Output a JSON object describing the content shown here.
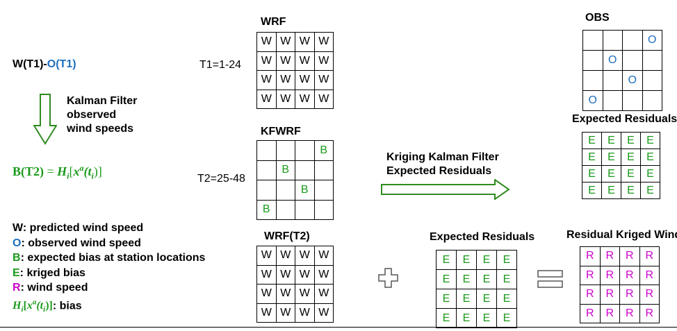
{
  "left": {
    "diff_label_black": "W(T1)-",
    "diff_label_blue": "O(T1)",
    "kalman_label": [
      "Kalman Filter",
      "observed",
      "wind speeds"
    ],
    "formula_lhs": "B(T2)",
    "formula_eq": " = ",
    "formula_rhs_H": "H",
    "formula_rhs_i": "i",
    "formula_rhs_open": "[",
    "formula_rhs_x": "x",
    "formula_rhs_a": "a",
    "formula_rhs_t": "(t",
    "formula_rhs_ti": "i",
    "formula_rhs_close": ")]"
  },
  "time_labels": {
    "t1": "T1=1-24",
    "t2": "T2=25-48"
  },
  "titles": {
    "wrf": "WRF",
    "kfwrf": "KFWRF",
    "wrf_t2": "WRF(T2)",
    "obs": "OBS",
    "expected_residuals_top": "Expected Residuals",
    "expected_residuals_mid": "Expected Residuals",
    "residual_kriged": "Residual Kriged Wind"
  },
  "kriging_label": [
    "Kriging Kalman Filter",
    "Expected Residuals"
  ],
  "legend": {
    "w": {
      "key": "W",
      "text": ": predicted wind speed"
    },
    "o": {
      "key": "O",
      "text": ": observed wind speed"
    },
    "b": {
      "key": "B",
      "text": ": expected bias at station locations"
    },
    "e": {
      "key": "E",
      "text": ": kriged bias"
    },
    "r": {
      "key": "R",
      "text": ": wind speed"
    },
    "h": {
      "H": "H",
      "i": "i",
      "open": "[",
      "x": "x",
      "a": "a",
      "t": "(t",
      "ti": "i",
      "close": ")]",
      "text": ": bias"
    }
  },
  "grids": {
    "wrf": [
      [
        "W",
        "W",
        "W",
        "W"
      ],
      [
        "W",
        "W",
        "W",
        "W"
      ],
      [
        "W",
        "W",
        "W",
        "W"
      ],
      [
        "W",
        "W",
        "W",
        "W"
      ]
    ],
    "kfwrf": [
      [
        "",
        "",
        "",
        "B"
      ],
      [
        "",
        "B",
        "",
        ""
      ],
      [
        "",
        "",
        "B",
        ""
      ],
      [
        "B",
        "",
        "",
        ""
      ]
    ],
    "wrf_t2": [
      [
        "W",
        "W",
        "W",
        "W"
      ],
      [
        "W",
        "W",
        "W",
        "W"
      ],
      [
        "W",
        "W",
        "W",
        "W"
      ],
      [
        "W",
        "W",
        "W",
        "W"
      ]
    ],
    "obs": [
      [
        "",
        "",
        "",
        "O"
      ],
      [
        "",
        "O",
        "",
        ""
      ],
      [
        "",
        "",
        "O",
        ""
      ],
      [
        "O",
        "",
        "",
        ""
      ]
    ],
    "expected_top": [
      [
        "E",
        "E",
        "E",
        "E"
      ],
      [
        "E",
        "E",
        "E",
        "E"
      ],
      [
        "E",
        "E",
        "E",
        "E"
      ],
      [
        "E",
        "E",
        "E",
        "E"
      ]
    ],
    "expected_mid": [
      [
        "E",
        "E",
        "E",
        "E"
      ],
      [
        "E",
        "E",
        "E",
        "E"
      ],
      [
        "E",
        "E",
        "E",
        "E"
      ],
      [
        "E",
        "E",
        "E",
        "E"
      ]
    ],
    "residual": [
      [
        "R",
        "R",
        "R",
        "R"
      ],
      [
        "R",
        "R",
        "R",
        "R"
      ],
      [
        "R",
        "R",
        "R",
        "R"
      ],
      [
        "R",
        "R",
        "R",
        "R"
      ]
    ]
  },
  "colors": {
    "blue": "#1f6fbf",
    "green": "#1a9a1a",
    "magenta": "#cc00cc",
    "arrow_green": "#2e8b1e"
  }
}
